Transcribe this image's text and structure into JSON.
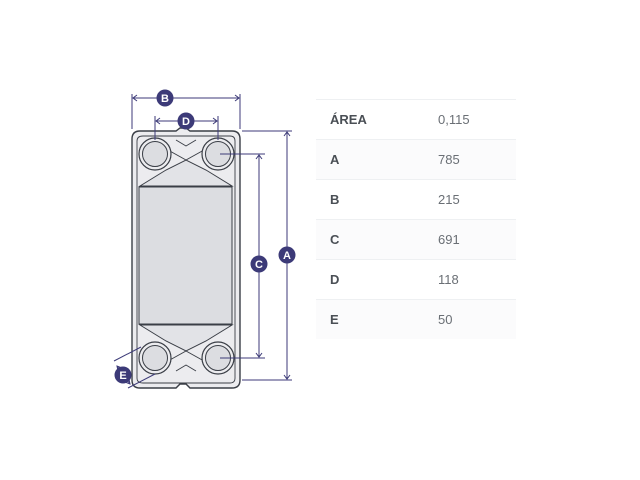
{
  "diagram": {
    "dimension_labels": {
      "a": "A",
      "b": "B",
      "c": "C",
      "d": "D",
      "e": "E"
    },
    "colors": {
      "accent": "#3c3a78",
      "plate_outline": "#3a3e46",
      "plate_fill": "#ececef",
      "center_panel": "#dcdde1"
    }
  },
  "specs": [
    {
      "label": "ÁREA",
      "value": "0,115"
    },
    {
      "label": "A",
      "value": "785"
    },
    {
      "label": "B",
      "value": "215"
    },
    {
      "label": "C",
      "value": "691"
    },
    {
      "label": "D",
      "value": "118"
    },
    {
      "label": "E",
      "value": "50"
    }
  ]
}
